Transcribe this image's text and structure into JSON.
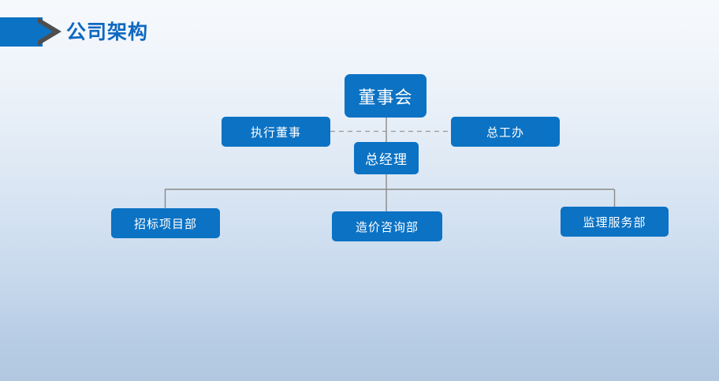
{
  "slide": {
    "title": "公司架构",
    "background_top_color": "#f6f9fc",
    "background_bottom_color": "#b2c8e1",
    "accent_color": "#0b72c4",
    "title_color": "#1068c0",
    "arrowhead_color": "#4e4e4e",
    "connector_color": "#8a8a8a"
  },
  "org_chart": {
    "type": "organization-chart",
    "node_fill_color": "#0b72c4",
    "node_text_color": "#ffffff",
    "nodes": [
      {
        "id": "board",
        "label": "董事会",
        "level": 0
      },
      {
        "id": "exec",
        "label": "执行董事",
        "level": 1
      },
      {
        "id": "chief",
        "label": "总工办",
        "level": 1
      },
      {
        "id": "gm",
        "label": "总经理",
        "level": 2
      },
      {
        "id": "dept1",
        "label": "招标项目部",
        "level": 3
      },
      {
        "id": "dept2",
        "label": "造价咨询部",
        "level": 3
      },
      {
        "id": "dept3",
        "label": "监理服务部",
        "level": 3
      }
    ],
    "connections": [
      {
        "from": "board",
        "to": "gm",
        "style": "solid"
      },
      {
        "from": "exec",
        "to": "chief",
        "style": "dashed"
      },
      {
        "from": "gm",
        "to": "dept1",
        "style": "solid"
      },
      {
        "from": "gm",
        "to": "dept2",
        "style": "solid"
      },
      {
        "from": "gm",
        "to": "dept3",
        "style": "solid"
      }
    ]
  }
}
